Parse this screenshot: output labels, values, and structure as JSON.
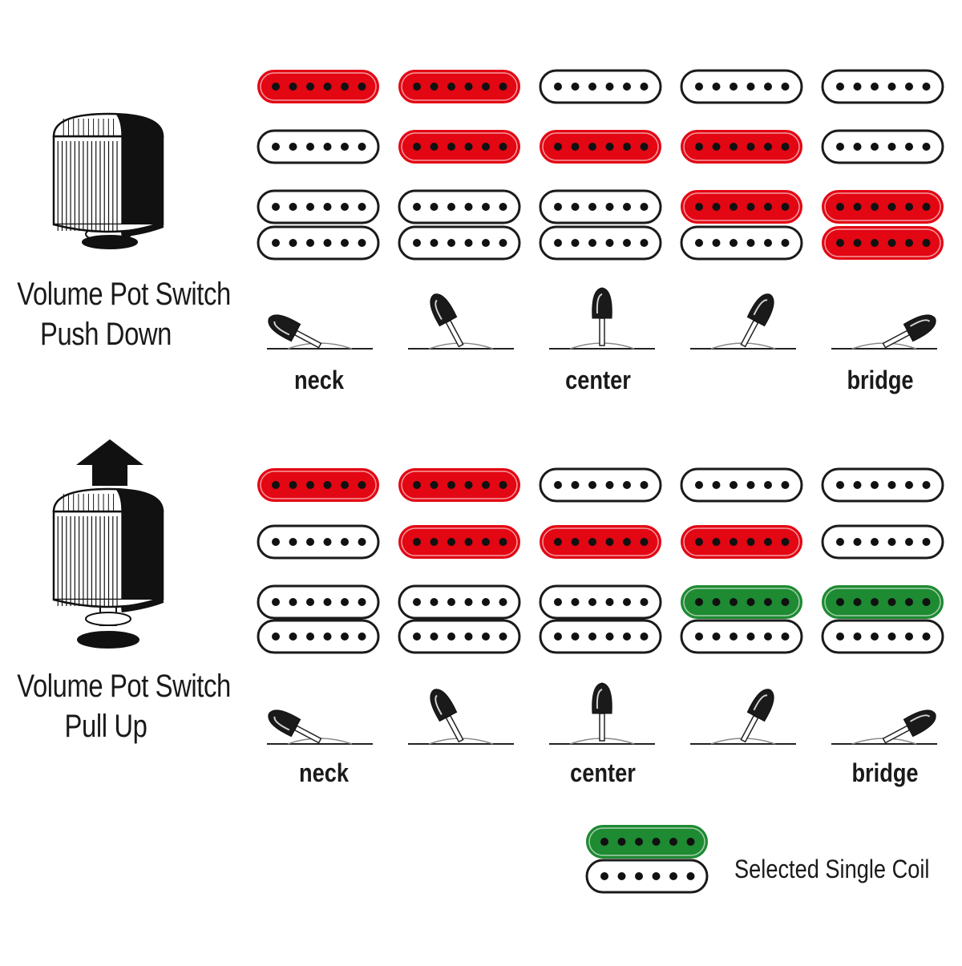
{
  "colors": {
    "active": "#e30613",
    "selected_single_coil": "#1e8a32",
    "inactive": "#ffffff",
    "outline": "#1a1a1a"
  },
  "sections": [
    {
      "id": "push-down",
      "title_line1": "Volume Pot Switch",
      "title_line2": "Push Down",
      "has_arrow": false,
      "positions": [
        {
          "single_top": "active",
          "single_bottom": "inactive",
          "hum_top": "inactive",
          "hum_bottom": "inactive",
          "lever": "neck"
        },
        {
          "single_top": "active",
          "single_bottom": "active",
          "hum_top": "inactive",
          "hum_bottom": "inactive",
          "lever": "neck-mid"
        },
        {
          "single_top": "inactive",
          "single_bottom": "active",
          "hum_top": "inactive",
          "hum_bottom": "inactive",
          "lever": "center"
        },
        {
          "single_top": "inactive",
          "single_bottom": "active",
          "hum_top": "active",
          "hum_bottom": "inactive",
          "lever": "bridge-mid"
        },
        {
          "single_top": "inactive",
          "single_bottom": "inactive",
          "hum_top": "active",
          "hum_bottom": "active",
          "lever": "bridge"
        }
      ],
      "labels": {
        "neck": "neck",
        "center": "center",
        "bridge": "bridge"
      }
    },
    {
      "id": "pull-up",
      "title_line1": "Volume Pot Switch",
      "title_line2": "Pull Up",
      "has_arrow": true,
      "positions": [
        {
          "single_top": "active",
          "single_bottom": "inactive",
          "hum_top": "inactive",
          "hum_bottom": "inactive",
          "lever": "neck"
        },
        {
          "single_top": "active",
          "single_bottom": "active",
          "hum_top": "inactive",
          "hum_bottom": "inactive",
          "lever": "neck-mid"
        },
        {
          "single_top": "inactive",
          "single_bottom": "active",
          "hum_top": "inactive",
          "hum_bottom": "inactive",
          "lever": "center"
        },
        {
          "single_top": "inactive",
          "single_bottom": "active",
          "hum_top": "selected",
          "hum_bottom": "inactive",
          "lever": "bridge-mid"
        },
        {
          "single_top": "inactive",
          "single_bottom": "inactive",
          "hum_top": "selected",
          "hum_bottom": "inactive",
          "lever": "bridge"
        }
      ],
      "labels": {
        "neck": "neck",
        "center": "center",
        "bridge": "bridge"
      }
    }
  ],
  "legend": {
    "label": "Selected Single Coil",
    "top": "selected",
    "bottom": "inactive"
  }
}
